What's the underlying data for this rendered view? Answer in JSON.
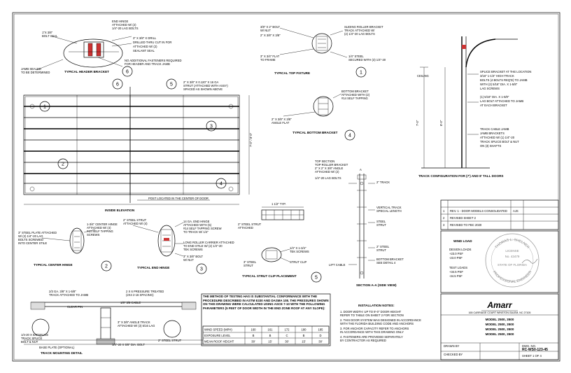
{
  "callouts": {
    "c1": "1",
    "c2": "2",
    "c3": "3",
    "c4": "4",
    "c5": "5",
    "c6": "6"
  },
  "titles": {
    "header_bracket": "TYPICAL HEADER BRACKET",
    "top_fixture": "TYPICAL TOP FIXTURE",
    "bottom_bracket": "TYPICAL BOTTOM BRACKET",
    "inside_elevation": "INSIDE ELEVATION",
    "center_hinge": "TYPICAL CENTER HINGE",
    "end_hinge": "TYPICAL END HINGE",
    "strut_clip": "TYPICAL STRUT CLIP PLACEMENT",
    "section_aa": "SECTION A-A (SIDE VIEW)",
    "track_config": "TRACK CONFIGURATION FOR (7') AND 8' TALL DOORS",
    "track_mounting": "TRACK MOUNTING DETAIL"
  },
  "notes": {
    "post_center": "POST LOCATED IN THE CENTER OF DOOR",
    "splice_note": "SPLICE BRACKET AT THE LOCATION",
    "method_text": "THE METHOD OF TESTING HAS IS SUBSTANTIAL CONFORMANCE WITH THE PROCEDURE DESCRIBED IN ASTM E330 AND DASMA 108. THE PRESSURES SHOWN ON THIS DRAWING WERE CALCULATED USING ASCE 7-10 WITH THE FOLLOWING PARAMETERS (5 FEET OF DOOR WIDTH IN THE END ZONE ROOF AT ANY SLOPE):"
  },
  "wind_table": {
    "headers": [
      "WIND SPEED (MPH)",
      "160",
      "161",
      "172",
      "180",
      "185"
    ],
    "rows": [
      [
        "EXPOSURE LEVEL",
        "B",
        "B",
        "C",
        "B",
        "D"
      ],
      [
        "MEAN ROOF HEIGHT",
        "30'",
        "15'",
        "30'",
        "15'",
        "30'"
      ]
    ]
  },
  "revisions": {
    "rows": [
      {
        "rev": "1",
        "desc": "REV. 1 - DOOR MODELS CONSOLIDATED",
        "by": "AJS",
        "date": ""
      },
      {
        "rev": "2",
        "desc": "REVISED SHEET 2",
        "by": "",
        "date": ""
      },
      {
        "rev": "3",
        "desc": "REVISED TO FBC 2020",
        "by": "",
        "date": ""
      }
    ]
  },
  "design": {
    "wind_load": "WIND LOAD",
    "design_loads": "DESIGN LOADS",
    "positive_pressure": "+23.0 PSF",
    "negative_pressure": "-23.0 PSF",
    "test_loads": "TEST LOADS",
    "test_positive": "+34.5 PSF",
    "test_negative": "-34.5 PSF"
  },
  "seal": {
    "ring_top": "THOMAS L. SHELNER",
    "ring_bottom": "PROFESSIONAL ENGINEER",
    "license": "LICENSE",
    "number": "No. 43479",
    "state": "STATE OF FLORIDA"
  },
  "title_block": {
    "company": "Amarr",
    "address": "165 CARRIAGE COURT WINSTON-SALEM, NC 27105",
    "models_1": "MODEL 2500, 3500",
    "models_2": "MODEL 2500, 3500",
    "models_3": "MODEL 2500, 3500",
    "models_4": "MODEL 2500, 3500",
    "drawing_no": "DWG. NO.",
    "drawing_no_val": "RC-WS0-123-45",
    "sheet": "SHEET 1 OF 4",
    "drawn_by": "DRAWN BY",
    "checked_by": "CHECKED BY"
  }
}
